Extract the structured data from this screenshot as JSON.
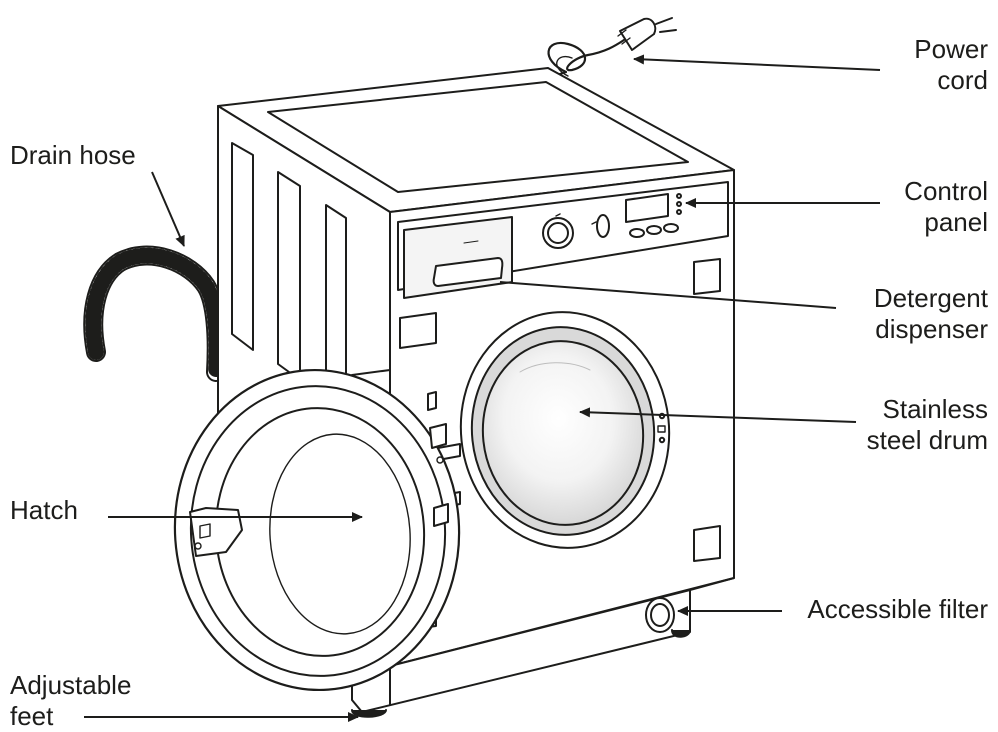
{
  "labels": {
    "power_cord": [
      "Power",
      "cord"
    ],
    "drain_hose": [
      "Drain hose"
    ],
    "control_panel": [
      "Control",
      "panel"
    ],
    "detergent_dispenser": [
      "Detergent",
      "dispenser"
    ],
    "stainless_steel_drum": [
      "Stainless",
      "steel drum"
    ],
    "hatch": [
      "Hatch"
    ],
    "accessible_filter": [
      "Accessible filter"
    ],
    "adjustable_feet": [
      "Adjustable",
      "feet"
    ]
  },
  "colors": {
    "ink": "#1d1d1b",
    "background": "#ffffff",
    "drum_glass": "#d9d9d9",
    "dispenser_panel": "#f4f4f4"
  }
}
